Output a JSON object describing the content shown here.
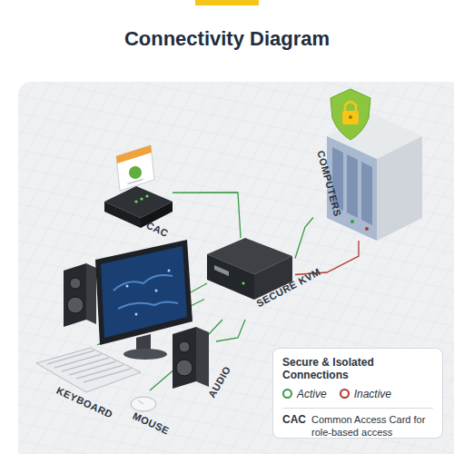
{
  "diagram": {
    "title": "Connectivity Diagram",
    "nodes": [
      {
        "text": [
          "CAC"
        ]
      },
      {
        "text": [
          "SECURE KVM"
        ]
      },
      {
        "text": [
          "COMPUTERS"
        ]
      },
      {
        "text": [
          "KEYBOARD"
        ]
      },
      {
        "text": [
          "MOUSE"
        ]
      },
      {
        "text": [
          "AUDIO"
        ]
      }
    ],
    "edges": [
      {
        "from": 0,
        "to": 1,
        "arrow": "none"
      },
      {
        "from": 1,
        "to": 2,
        "arrow": "none"
      },
      {
        "from": 1,
        "to": 2,
        "arrow": "none"
      },
      {
        "from": 1,
        "to": 3,
        "arrow": "none"
      },
      {
        "from": 1,
        "to": 4,
        "arrow": "none"
      },
      {
        "from": 1,
        "to": 5,
        "arrow": "none"
      }
    ],
    "labels": [
      "Secure & Isolated Connections",
      "CAC",
      "Common Access Card for role-based access"
    ],
    "legend": [
      {
        "text": "Active",
        "color": "#3a9a47"
      },
      {
        "text": "Inactive",
        "color": "#b5352f"
      }
    ]
  }
}
